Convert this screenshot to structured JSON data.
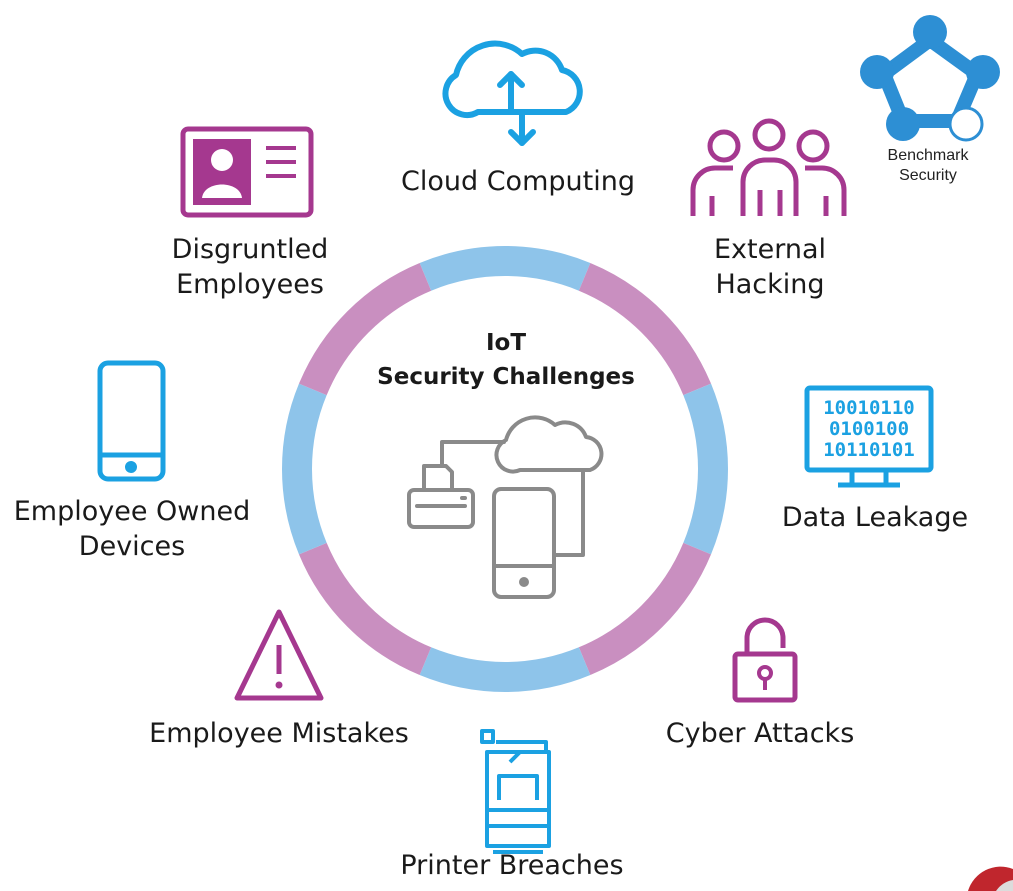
{
  "center": {
    "line1": "IoT",
    "line2": "Security Challenges"
  },
  "items": {
    "cloud": "Cloud Computing",
    "disgruntled": [
      "Disgruntled",
      "Employees"
    ],
    "external": [
      "External",
      "Hacking"
    ],
    "owned": [
      "Employee Owned",
      "Devices"
    ],
    "leakage": "Data Leakage",
    "mistakes": "Employee Mistakes",
    "cyber": "Cyber Attacks",
    "printer": "Printer Breaches"
  },
  "binary": [
    "10010110",
    "0100100",
    "10110101"
  ],
  "logo": {
    "line1": "Benchmark",
    "line2": "Security"
  },
  "colors": {
    "blue": "#1ba1e2",
    "purple": "#a5388f",
    "ring_blue": "#8ec4ea",
    "ring_purple": "#c98fc0",
    "gray": "#8a8a8a"
  }
}
